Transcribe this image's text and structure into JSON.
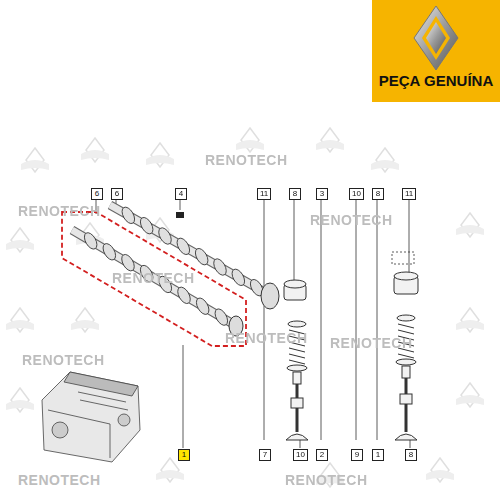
{
  "diagram": {
    "nodes": [
      {
        "text": [
          "PEÇA GENUÍNA"
        ]
      }
    ],
    "labels": [
      "6",
      "6",
      "4",
      "11",
      "8",
      "3",
      "10",
      "8",
      "11",
      "1",
      "7",
      "10",
      "2",
      "9",
      "1",
      "8",
      "RENOTECH",
      "RENOTECH",
      "RENOTECH",
      "RENOTECH",
      "RENOTECH",
      "RENOTECH",
      "RENOTECH",
      "RENOTECH",
      "RENOTECH"
    ]
  }
}
